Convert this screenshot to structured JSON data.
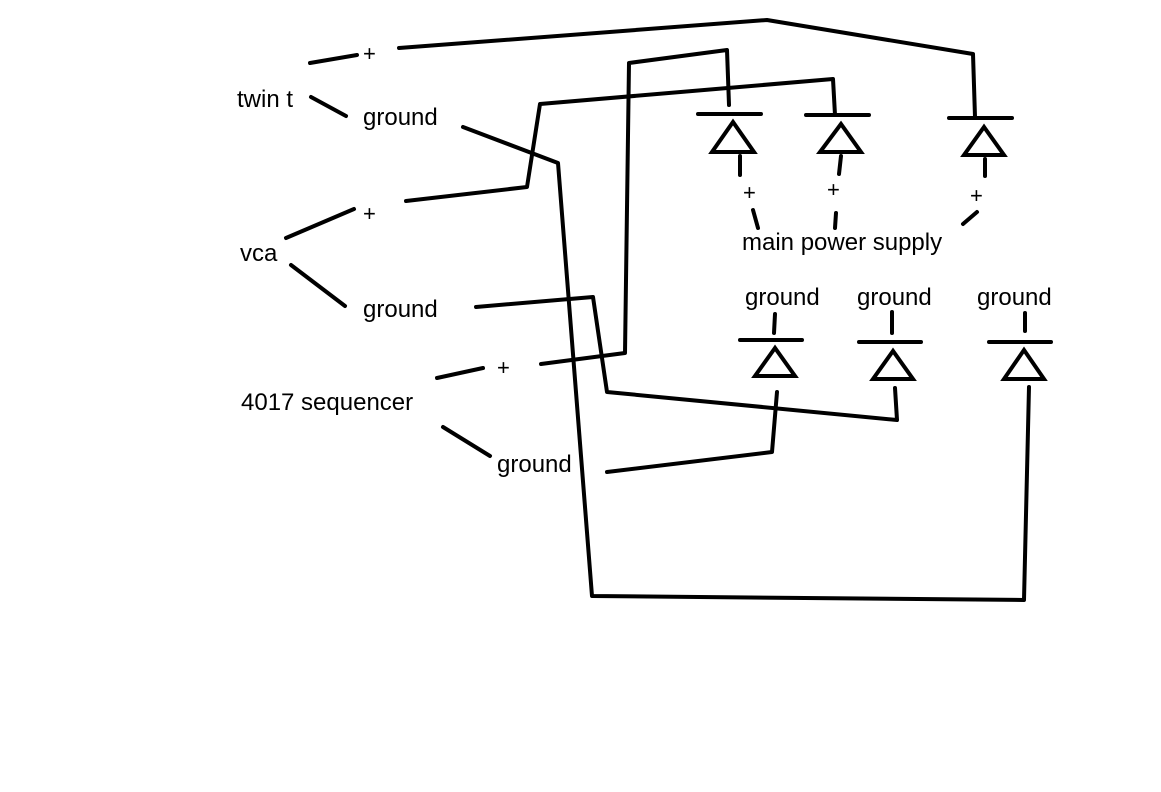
{
  "diagram": {
    "type": "hand-drawn wiring diagram",
    "modules": [
      {
        "id": "twin-t",
        "label": "twin t",
        "plus_label": "+",
        "ground_label": "ground"
      },
      {
        "id": "vca",
        "label": "vca",
        "plus_label": "+",
        "ground_label": "ground"
      },
      {
        "id": "sequencer",
        "label": "4017 sequencer",
        "plus_label": "+",
        "ground_label": "ground"
      }
    ],
    "power_supply": {
      "label": "main power supply",
      "plus_labels": [
        "+",
        "+",
        "+"
      ],
      "ground_labels": [
        "ground",
        "ground",
        "ground"
      ]
    },
    "diodes": {
      "positive_rail_count": 3,
      "ground_rail_count": 3
    },
    "line_color": "#000000",
    "background_color": "#ffffff"
  }
}
